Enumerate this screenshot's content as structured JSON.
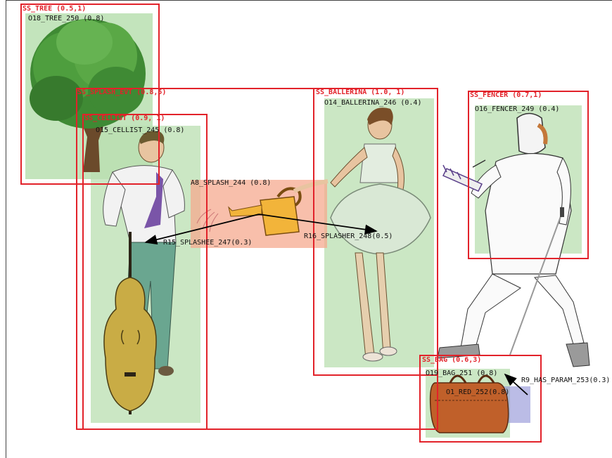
{
  "colors": {
    "situation_border": "#e2222a",
    "object_fill": "#b9dfb0",
    "action_fill": "#f6a98f",
    "attribute_fill": "#8d8fd6",
    "arrow": "#000000"
  },
  "situations": {
    "tree": "SS_TREE (0.5,1)",
    "splash_evt": "SS_SPLASH_EVT (0.8,5)",
    "cellist": "SS_CELLIST (0.9, 1)",
    "ballerina": "SS_BALLERINA (1.0, 1)",
    "fencer": "SS_FENCER (0.7,1)",
    "bag": "SS_BAG (0.6,3)"
  },
  "objects": {
    "tree": "O18_TREE_250 (0.8)",
    "cellist": "O15_CELLIST_245 (0.8)",
    "ballerina": "O14_BALLERINA_246 (0.4)",
    "fencer": "O16_FENCER_249 (0.4)",
    "bag": "O19_BAG_251 (0.8)",
    "red": "O1_RED_252(0.8)"
  },
  "actions": {
    "splash": "A8_SPLASH_244 (0.8)"
  },
  "relations": {
    "splashee": "R15_SPLASHEE_247(0.3)",
    "splasher": "R16_SPLASHER_248(0.5)",
    "has_param": "R9_HAS_PARAM_253(0.3)"
  },
  "figures": {
    "tree": "tree",
    "cellist": "cellist-with-double-bass",
    "watering_can": "watering-can",
    "ballerina": "ballerina",
    "fencer": "fencer",
    "bag": "duffel-bag"
  }
}
